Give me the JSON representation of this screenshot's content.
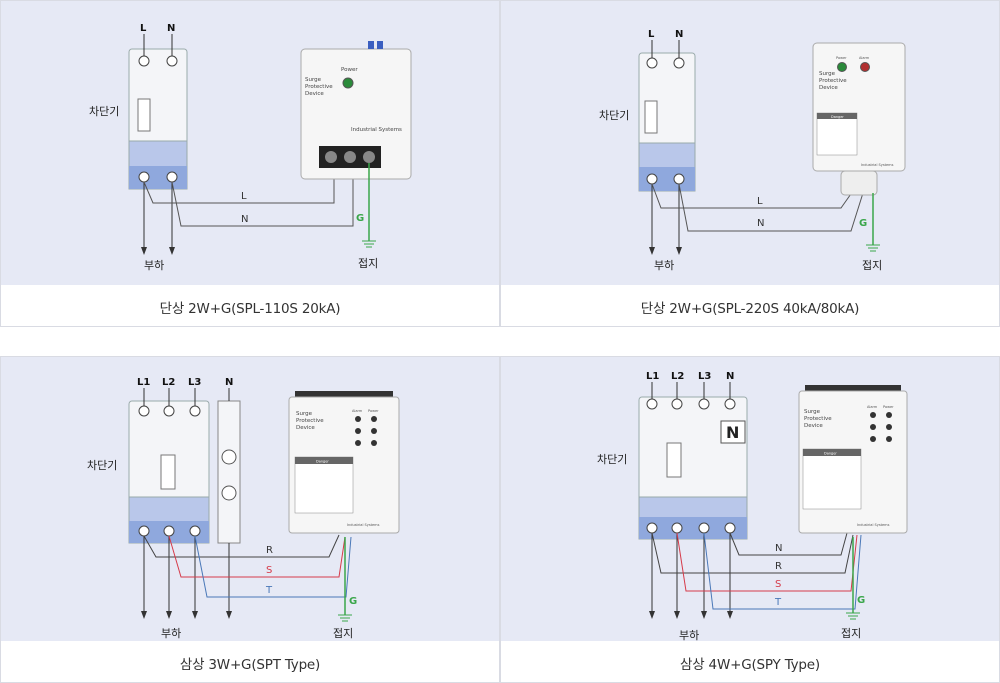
{
  "diagrams": [
    {
      "caption": "단상 2W+G(SPL-110S 20kA)",
      "breaker_label": "차단기",
      "terminal_labels": [
        "L",
        "N"
      ],
      "wire_labels": [
        "L",
        "N",
        "G"
      ],
      "load_label": "부하",
      "ground_label": "접지",
      "device_text": [
        "Surge",
        "Protective",
        "Device"
      ],
      "indicator_labels": [
        "Power"
      ],
      "brand": "Industrial Systems"
    },
    {
      "caption": "단상 2W+G(SPL-220S 40kA/80kA)",
      "breaker_label": "차단기",
      "terminal_labels": [
        "L",
        "N"
      ],
      "wire_labels": [
        "L",
        "N",
        "G"
      ],
      "load_label": "부하",
      "ground_label": "접지",
      "device_text": [
        "Surge",
        "Protective",
        "Device"
      ],
      "indicator_labels": [
        "Power",
        "Alarm"
      ],
      "danger_label": "Danger",
      "brand": "Industrial Systems"
    },
    {
      "caption": "삼상 3W+G(SPT Type)",
      "breaker_label": "차단기",
      "terminal_labels": [
        "L1",
        "L2",
        "L3",
        "N"
      ],
      "wire_labels": [
        "R",
        "S",
        "T",
        "G"
      ],
      "load_label": "부하",
      "ground_label": "접지",
      "device_text": [
        "Surge",
        "Protective",
        "Device"
      ],
      "indicator_labels": [
        "Alarm",
        "Power"
      ],
      "danger_label": "Danger",
      "brand": "Industrial Systems"
    },
    {
      "caption": "삼상 4W+G(SPY Type)",
      "breaker_label": "차단기",
      "terminal_labels": [
        "L1",
        "L2",
        "L3",
        "N"
      ],
      "breaker_n_mark": "N",
      "wire_labels": [
        "N",
        "R",
        "S",
        "T",
        "G"
      ],
      "load_label": "부하",
      "ground_label": "접지",
      "device_text": [
        "Surge",
        "Protective",
        "Device"
      ],
      "indicator_labels": [
        "Alarm",
        "Power"
      ],
      "danger_label": "Danger",
      "brand": "Industrial Systems"
    }
  ],
  "colors": {
    "background": "#e6e9f5",
    "wire_black": "#444444",
    "wire_red": "#d63b4a",
    "wire_blue": "#4a78b8",
    "wire_green": "#3aa64a",
    "breaker_blue": "#8fa8dd"
  }
}
